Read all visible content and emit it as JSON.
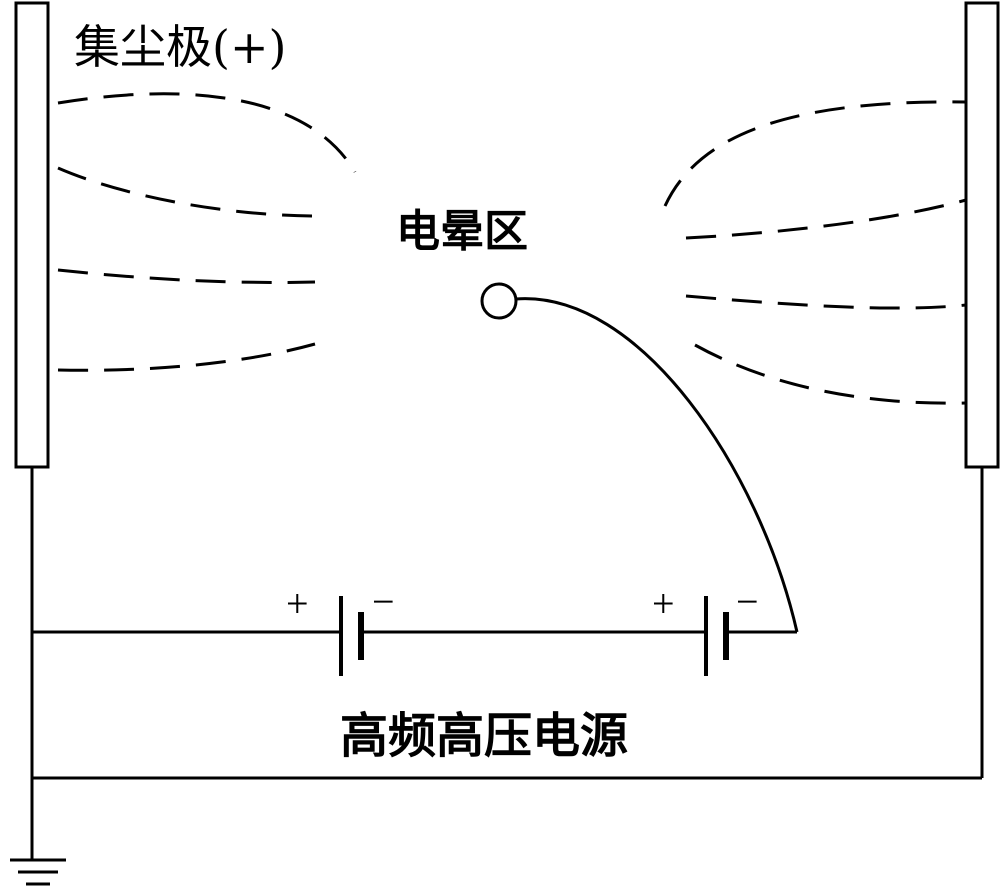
{
  "labels": {
    "collecting_electrode": "集尘极(+)",
    "corona_zone": "电晕区",
    "power_supply": "高频高压电源"
  },
  "batteries": [
    {
      "positive": "+",
      "negative": "−"
    },
    {
      "positive": "+",
      "negative": "−"
    }
  ],
  "colors": {
    "ink": "#000000",
    "background": "#ffffff"
  }
}
